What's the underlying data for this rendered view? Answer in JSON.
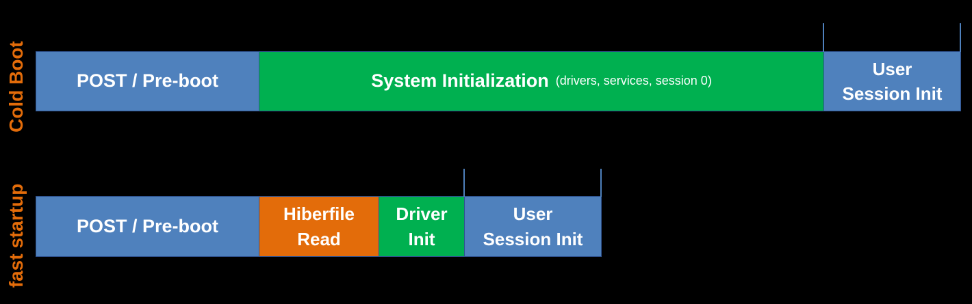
{
  "rows": {
    "cold_boot": {
      "label": "Cold Boot",
      "segments": {
        "post": "POST / Pre-boot",
        "system_init": "System Initialization",
        "system_init_note": "(drivers, services, session 0)",
        "user_session_line1": "User",
        "user_session_line2": "Session Init"
      }
    },
    "fast_startup": {
      "label": "fast startup",
      "segments": {
        "post": "POST / Pre-boot",
        "hiberfile_line1": "Hiberfile",
        "hiberfile_line2": "Read",
        "driver_line1": "Driver",
        "driver_line2": "Init",
        "user_session_line1": "User",
        "user_session_line2": "Session Init"
      }
    }
  },
  "colors": {
    "background": "#000000",
    "label": "#e36c0a",
    "post_and_session": "#4f81bd",
    "system_and_driver": "#00b050",
    "hiberfile": "#e36c0a",
    "text": "#ffffff"
  }
}
